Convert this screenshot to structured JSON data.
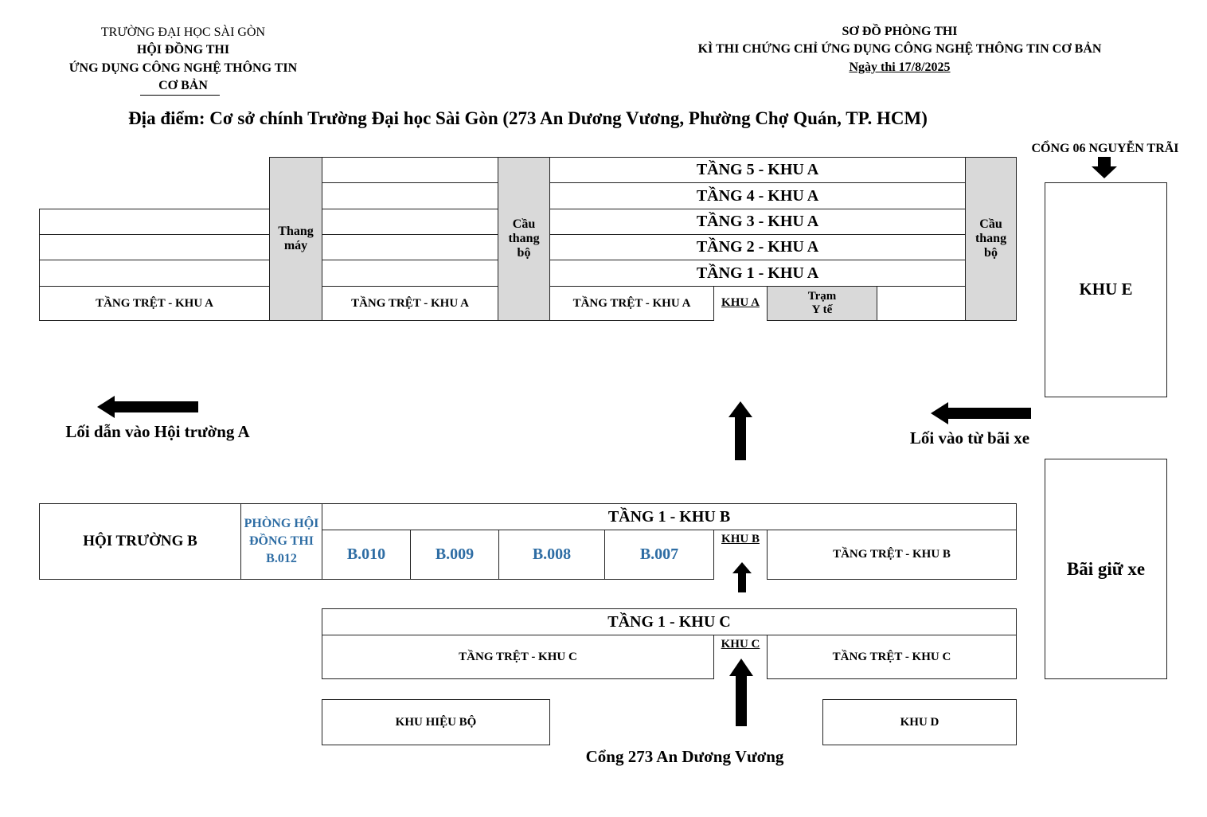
{
  "header_left": {
    "line1": "TRƯỜNG ĐẠI HỌC SÀI GÒN",
    "line2": "HỘI ĐỒNG THI",
    "line3": "ỨNG DỤNG CÔNG NGHỆ THÔNG TIN",
    "line4": "CƠ BẢN"
  },
  "header_right": {
    "line1": "SƠ ĐỒ PHÒNG THI",
    "line2": "KÌ THI CHỨNG CHỈ ỨNG DỤNG CÔNG NGHỆ THÔNG TIN CƠ BẢN",
    "line3": "Ngày thi 17/8/2025"
  },
  "location": "Địa điểm: Cơ sở chính Trường Đại học Sài Gòn (273 An Dương Vương, Phường Chợ Quán, TP. HCM)",
  "building_a": {
    "elevator": "Thang máy",
    "stair_left": "Cầu thang bộ",
    "stair_right": "Cầu thang bộ",
    "floor5": "TẦNG 5 - KHU A",
    "floor4": "TẦNG 4 - KHU A",
    "floor3": "TẦNG 3 - KHU A",
    "floor2": "TẦNG 2 - KHU A",
    "floor1": "TẦNG 1 - KHU A",
    "ground1": "TẦNG TRỆT - KHU A",
    "ground2": "TẦNG TRỆT - KHU A",
    "ground3": "TẦNG TRỆT - KHU A",
    "passage": "KHU A",
    "medical": "Trạm Y tế"
  },
  "gate_top": "CỔNG 06 NGUYỄN TRÃI",
  "khu_e": "KHU E",
  "parking": "Bãi giữ xe",
  "path_left": "Lối dẫn vào Hội trường A",
  "path_right": "Lối vào từ bãi xe",
  "building_b": {
    "hall": "HỘI TRƯỜNG B",
    "council_room": "PHÒNG HỘI ĐỒNG THI B.012",
    "floor1": "TẦNG 1 - KHU B",
    "rooms": [
      "B.010",
      "B.009",
      "B.008",
      "B.007"
    ],
    "passage": "KHU B",
    "ground": "TẦNG TRỆT - KHU B"
  },
  "building_c": {
    "floor1": "TẦNG 1 - KHU C",
    "ground_left": "TẦNG TRỆT - KHU C",
    "passage": "KHU C",
    "ground_right": "TẦNG TRỆT - KHU C"
  },
  "khu_hieu_bo": "KHU HIỆU BỘ",
  "khu_d": "KHU D",
  "gate_bottom": "Cổng 273 An Dương Vương",
  "colors": {
    "room_text": "#2e6da4",
    "stair_fill": "#d9d9d9",
    "line": "#222222"
  }
}
